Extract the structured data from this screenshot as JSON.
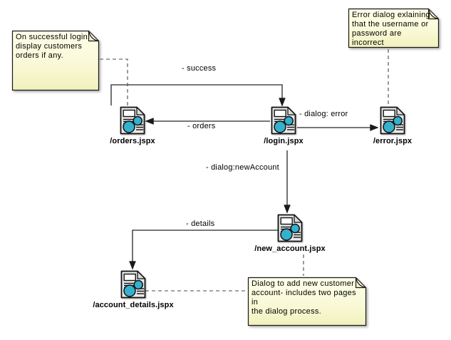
{
  "notes": {
    "login": {
      "text": "On successful login\ndisplay customers\norders if any."
    },
    "error": {
      "text": "Error dialog exlaining\nthat the username or\npassword are incorrect"
    },
    "account": {
      "text": "Dialog to add new customer\naccount- includes two pages in\nthe dialog process."
    }
  },
  "pages": {
    "orders": {
      "label": "/orders.jspx"
    },
    "login": {
      "label": "/login.jspx"
    },
    "error": {
      "label": "/error.jspx"
    },
    "new_account": {
      "label": "/new_account.jspx"
    },
    "account_details": {
      "label": "/account_details.jspx"
    }
  },
  "transitions": {
    "success": {
      "label": "- success"
    },
    "orders": {
      "label": "- orders"
    },
    "dialog_error": {
      "label": "- dialog: error"
    },
    "dialog_new_account": {
      "label": "- dialog:newAccount"
    },
    "details": {
      "label": "- details"
    }
  },
  "icons": {
    "page": "jsp-page-icon"
  },
  "colors": {
    "note_fill_top": "#fefee9",
    "note_fill_bottom": "#f1f1bd",
    "note_border": "#1a1a1a",
    "icon_fill": "#e9e9e9",
    "icon_fold": "#dcdcdc",
    "icon_accent": "#35b1cd",
    "connector": "#262626",
    "text": "#000000"
  }
}
